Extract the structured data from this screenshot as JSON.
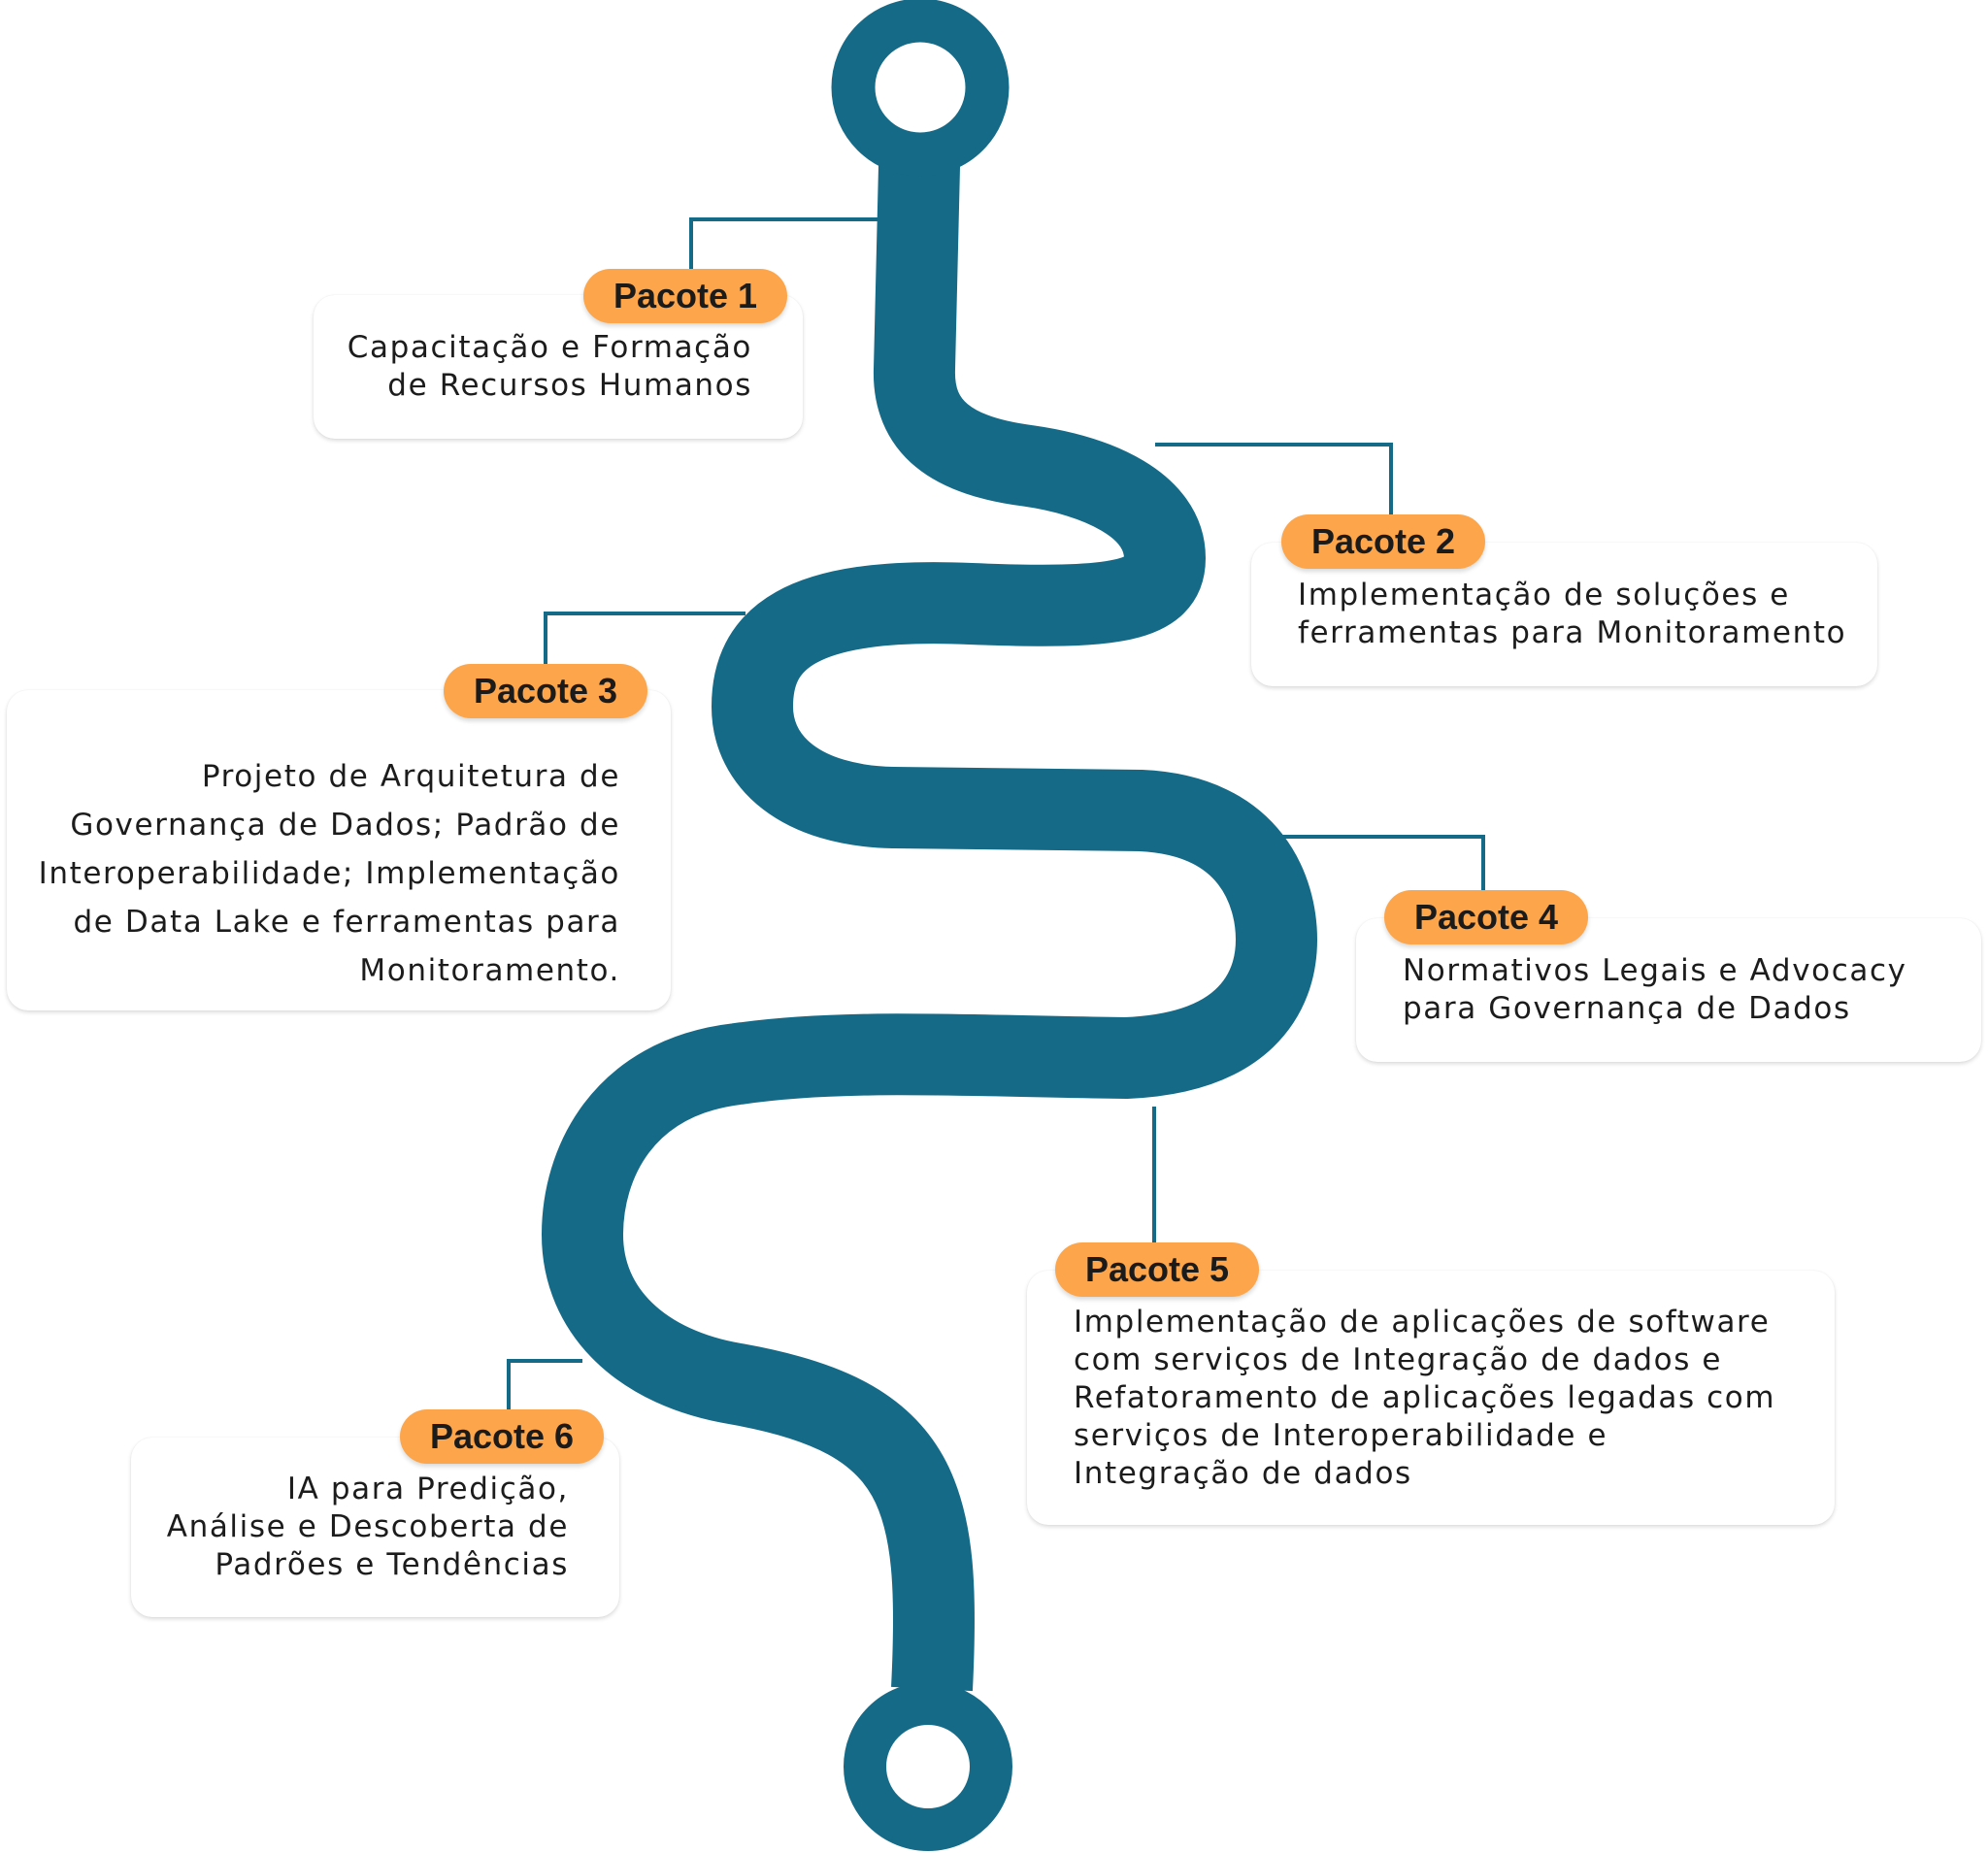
{
  "colors": {
    "road": "#156a87",
    "connector": "#156a87",
    "badge": "#fda54a",
    "badge_text": "#1b1b1b",
    "card_text": "#1c1c1c",
    "card_bg": "#ffffff"
  },
  "packages": [
    {
      "label": "Pacote 1",
      "text": "Capacitação e Formação\nde Recursos Humanos"
    },
    {
      "label": "Pacote 2",
      "text": "Implementação de soluções e\nferramentas para Monitoramento"
    },
    {
      "label": "Pacote 3",
      "text": "Projeto de Arquitetura de\nGovernança de Dados; Padrão de\nInteroperabilidade; Implementação\nde Data Lake e ferramentas para\nMonitoramento."
    },
    {
      "label": "Pacote 4",
      "text": "Normativos Legais e Advocacy\npara Governança de Dados"
    },
    {
      "label": "Pacote 5",
      "text": "Implementação de aplicações de software\ncom serviços de Integração de dados e\nRefatoramento de aplicações legadas com\nserviços de Interoperabilidade e\nIntegração de dados"
    },
    {
      "label": "Pacote 6",
      "text": "IA para Predição,\nAnálise e Descoberta de\nPadrões e Tendências"
    }
  ]
}
